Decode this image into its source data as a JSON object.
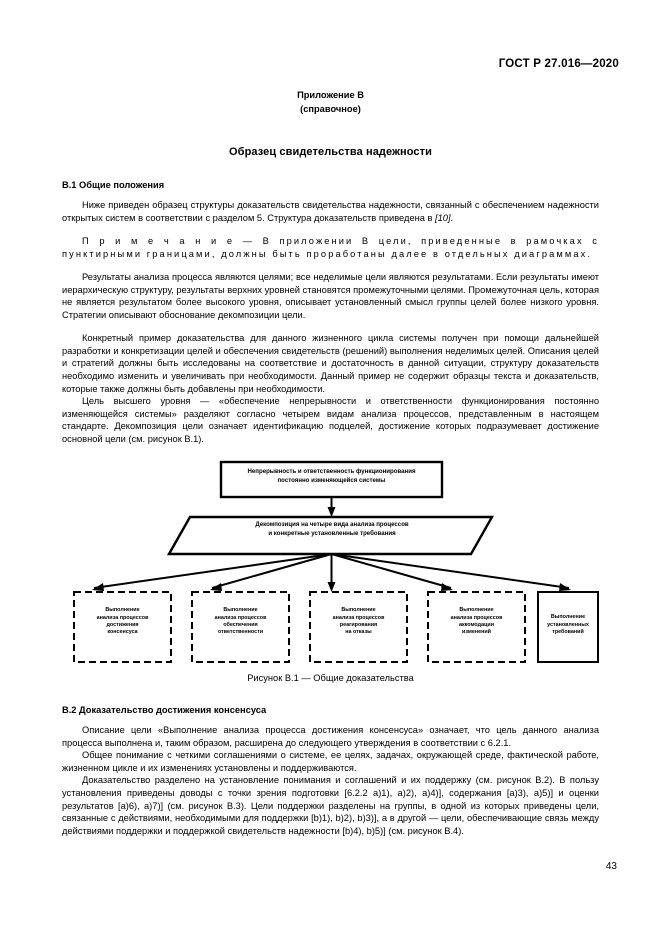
{
  "header": {
    "standard_id": "ГОСТ Р 27.016—2020"
  },
  "annex": {
    "title": "Приложение В",
    "subtitle": "(справочное)",
    "heading": "Образец свидетельства надежности"
  },
  "clauses": [
    {
      "number_title": "В.1 Общие положения",
      "paragraphs": [
        "Ниже приведен образец структуры доказательств свидетельства надежности, связанный с обеспечением надежности открытых систем в соответствии с разделом 5. Структура доказательств приведена в ",
        "П р и м е ч а н и е  —  В приложении В цели, приведенные в рамочках с пунктирными границами, должны быть проработаны далее в отдельных диаграммах.",
        "Результаты анализа процесса являются целями; все неделимые цели являются результатами. Если результаты имеют иерархическую структуру, результаты верхних уровней становятся промежуточными целями. Промежуточная цель, которая не является результатом более высокого уровня, описывает установленный смысл группы целей более низкого уровня. Стратегии описывают обоснование декомпозиции цели.",
        "Конкретный пример доказательства для данного жизненного цикла системы получен при помощи дальнейшей разработки и конкретизации целей и обеспечения свидетельств (решений) выполнения неделимых целей. Описания целей и стратегий должны быть исследованы на соответствие и достаточность в данной ситуации, структуру доказательств необходимо изменить и увеличивать при необходимости. Данный пример не содержит образцы текста и доказательств, которые также должны быть добавлены при необходимости.",
        "Цель высшего уровня — «обеспечение непрерывности и ответственности функционирования постоянно изменяющейся системы» разделяют согласно четырем видам анализа процессов, представленным в настоящем стандарте. Декомпозиция цели означает идентификацию подцелей, достижение которых подразумевает достижение основной цели (см. рисунок В.1)."
      ],
      "reference_italic": "[10]",
      "reference_tail": "."
    },
    {
      "number_title": "В.2 Доказательство достижения консенсуса",
      "paragraphs": [
        "Описание цели «Выполнение анализа процесса достижения консенсуса» означает, что цель данного анализа процесса выполнена и, таким образом, расширена до следующего утверждения в соответствии с 6.2.1.",
        "Общее понимание с четкими соглашениями о системе, ее целях, задачах, окружающей среде, фактической работе, жизненном цикле и их изменениях установлены и поддерживаются.",
        "Доказательство разделено на установление понимания и соглашений и их поддержку (см. рисунок В.2). В пользу установления приведены доводы с точки зрения подготовки [6.2.2 a)1), a)2), a)4)], содержания [a)3), a)5)] и оценки результатов [a)6), a)7)] (см. рисунок В.3). Цели поддержки разделены на группы, в одной из которых приведены цели, связанные с действиями, необходимыми для поддержки [b)1), b)2), b)3)], а в другой — цели, обеспечивающие связь между действиями поддержки и поддержкой свидетельств надежности [b)4), b)5)] (см. рисунок В.4)."
      ]
    }
  ],
  "figure": {
    "caption": "Рисунок В.1 — Общие доказательства",
    "top_goal": {
      "line1": "Непрерывность и ответственность функционирования",
      "line2": "постоянно изменяющейся системы"
    },
    "strategy": {
      "line1": "Декомпозиция на четыре вида анализа процессов",
      "line2": "и конкретные установленные требования"
    },
    "subgoals": [
      {
        "line1": "Выполнение",
        "line2": "анализа процессов",
        "line3": "достижения",
        "line4": "консенсуса",
        "border": "dashed"
      },
      {
        "line1": "Выполнение",
        "line2": "анализа процессов",
        "line3": "обеспечения",
        "line4": "ответственности",
        "border": "dashed"
      },
      {
        "line1": "Выполнение",
        "line2": "анализа процессов",
        "line3": "реагирования",
        "line4": "на отказы",
        "border": "dashed"
      },
      {
        "line1": "Выполнение",
        "line2": "анализа процессов",
        "line3": "аккомодации",
        "line4": "изменений",
        "border": "dashed"
      },
      {
        "line1": "Выполнение",
        "line2": "установленных",
        "line3": "требований",
        "line4": "",
        "border": "solid"
      }
    ]
  },
  "footer": {
    "page_number": "43"
  },
  "colors": {
    "text": "#000000",
    "background": "#ffffff"
  }
}
